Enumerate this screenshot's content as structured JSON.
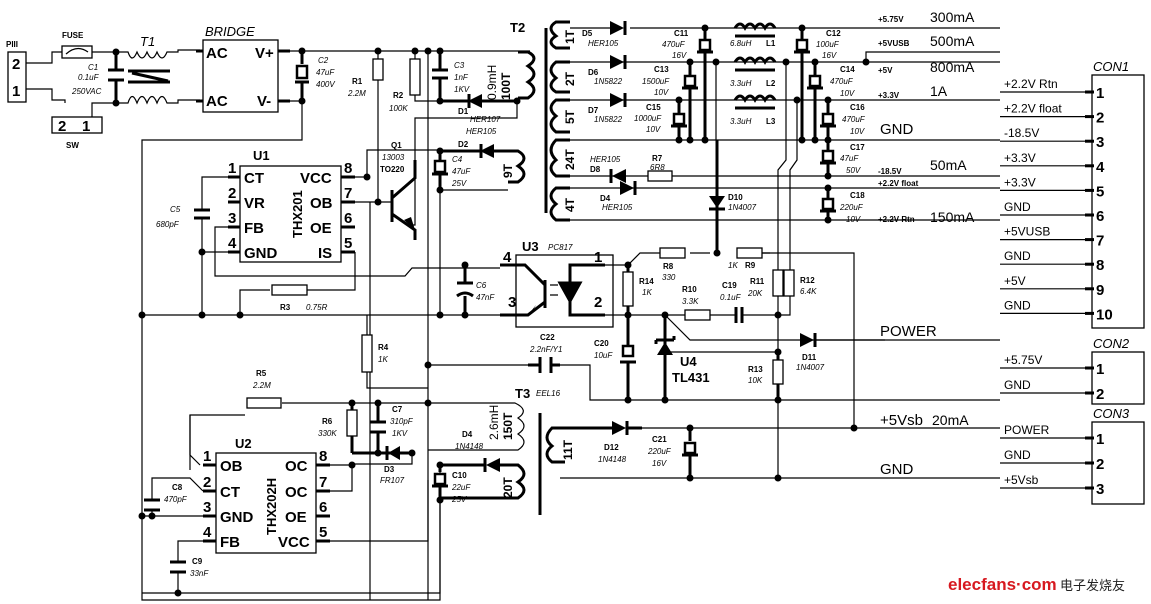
{
  "diagram": {
    "type": "circuit-schematic",
    "input": {
      "connector": "PIII",
      "connector_pins": [
        "2",
        "1"
      ],
      "fuse": "FUSE",
      "switch": "SW",
      "switch_pins": [
        "2",
        "1"
      ],
      "c1": {
        "ref": "C1",
        "value": "0.1uF",
        "rating": "250VAC"
      },
      "t1": "T1",
      "bridge": {
        "title": "BRIDGE",
        "pins": [
          "AC",
          "V+",
          "AC",
          "V-"
        ]
      },
      "c2": {
        "ref": "C2",
        "value": "47uF",
        "rating": "400V"
      }
    },
    "primary": {
      "r1": {
        "ref": "R1",
        "value": "2.2M"
      },
      "r2": {
        "ref": "R2",
        "value": "100K"
      },
      "c3": {
        "ref": "C3",
        "value": "1nF",
        "rating": "1KV"
      },
      "d1": {
        "ref": "D1",
        "value": "HER107"
      },
      "d2": {
        "ref": "D2",
        "value": "HER105"
      },
      "c4": {
        "ref": "C4",
        "value": "47uF",
        "rating": "25V"
      },
      "q1": {
        "ref": "Q1",
        "value": "13003",
        "package": "TO220"
      },
      "c5": {
        "ref": "C5",
        "value": "680pF"
      },
      "r3": {
        "ref": "R3",
        "value": "0.75R"
      },
      "r4": {
        "ref": "R4",
        "value": "1K"
      },
      "c6": {
        "ref": "C6",
        "value": "47nF"
      },
      "c22": {
        "ref": "C22",
        "value": "2.2nF/Y1"
      }
    },
    "u1": {
      "ref": "U1",
      "part": "THX201",
      "pins_left": [
        {
          "num": "1",
          "name": "CT"
        },
        {
          "num": "2",
          "name": "VR"
        },
        {
          "num": "3",
          "name": "FB"
        },
        {
          "num": "4",
          "name": "GND"
        }
      ],
      "pins_right": [
        {
          "num": "8",
          "name": "VCC"
        },
        {
          "num": "7",
          "name": "OB"
        },
        {
          "num": "6",
          "name": "OE"
        },
        {
          "num": "5",
          "name": "IS"
        }
      ]
    },
    "t2": {
      "ref": "T2",
      "primary_inductance": "0.9mH",
      "primary_turns": "100T",
      "aux_turns": "9T",
      "secondaries": [
        "1T",
        "2T",
        "5T",
        "24T",
        "4T"
      ]
    },
    "secondary": {
      "d5": {
        "ref": "D5",
        "value": "HER105"
      },
      "d6": {
        "ref": "D6",
        "value": "1N5822"
      },
      "d7": {
        "ref": "D7",
        "value": "1N5822"
      },
      "d8": {
        "ref": "D8",
        "value": "HER105"
      },
      "d4": {
        "ref": "D4",
        "value": "HER105"
      },
      "r7": {
        "ref": "R7",
        "value": "6R8"
      },
      "d10": {
        "ref": "D10",
        "value": "1N4007"
      },
      "c11": {
        "ref": "C11",
        "value": "470uF",
        "rating": "16V"
      },
      "c13": {
        "ref": "C13",
        "value": "1500uF",
        "rating": "10V"
      },
      "c15": {
        "ref": "C15",
        "value": "1000uF",
        "rating": "10V"
      },
      "l1": {
        "ref": "L1",
        "value": "6.8uH"
      },
      "l2": {
        "ref": "L2",
        "value": "3.3uH"
      },
      "l3": {
        "ref": "L3",
        "value": "3.3uH"
      },
      "c12": {
        "ref": "C12",
        "value": "100uF",
        "rating": "16V"
      },
      "c14": {
        "ref": "C14",
        "value": "470uF",
        "rating": "10V"
      },
      "c16": {
        "ref": "C16",
        "value": "470uF",
        "rating": "10V"
      },
      "c17": {
        "ref": "C17",
        "value": "47uF",
        "rating": "50V"
      },
      "c18": {
        "ref": "C18",
        "value": "220uF",
        "rating": "10V"
      }
    },
    "rails": [
      {
        "net": "+5.75V",
        "current": "300mA"
      },
      {
        "net": "+5VUSB",
        "current": "500mA"
      },
      {
        "net": "+5V",
        "current": "800mA"
      },
      {
        "net": "+3.3V",
        "current": "1A"
      },
      {
        "net": "GND",
        "current": ""
      },
      {
        "net": "-18.5V",
        "current": "50mA"
      },
      {
        "net": "+2.2V float",
        "current": ""
      },
      {
        "net": "+2.2V Rtn",
        "current": "150mA"
      }
    ],
    "feedback": {
      "u3": {
        "ref": "U3",
        "part": "PC817",
        "pins": [
          "4",
          "3",
          "1",
          "2"
        ]
      },
      "r8": {
        "ref": "R8",
        "value": "330"
      },
      "r9": {
        "ref": "R9",
        "value": "1K"
      },
      "r14": {
        "ref": "R14",
        "value": "1K"
      },
      "r10": {
        "ref": "R10",
        "value": "3.3K"
      },
      "c19": {
        "ref": "C19",
        "value": "0.1uF"
      },
      "r11": {
        "ref": "R11",
        "value": "20K"
      },
      "r12": {
        "ref": "R12",
        "value": "6.4K"
      },
      "c20": {
        "ref": "C20",
        "value": "10uF"
      },
      "u4": {
        "ref": "U4",
        "part": "TL431"
      },
      "r13": {
        "ref": "R13",
        "value": "10K"
      },
      "d11": {
        "ref": "D11",
        "value": "1N4007"
      },
      "power_net": "POWER"
    },
    "standby": {
      "r5": {
        "ref": "R5",
        "value": "2.2M"
      },
      "r6": {
        "ref": "R6",
        "value": "330K"
      },
      "c7": {
        "ref": "C7",
        "value": "310pF",
        "rating": "1KV"
      },
      "d3": {
        "ref": "D3",
        "value": "FR107"
      },
      "d4b": {
        "ref": "D4",
        "value": "1N4148"
      },
      "c10": {
        "ref": "C10",
        "value": "22uF",
        "rating": "25V"
      },
      "c8": {
        "ref": "C8",
        "value": "470pF"
      },
      "c9": {
        "ref": "C9",
        "value": "33nF"
      },
      "t3": {
        "ref": "T3",
        "core": "EEL16",
        "inductance": "2.6mH",
        "primary_turns": "150T",
        "aux_turns": "20T",
        "secondary_turns": "11T"
      },
      "d12": {
        "ref": "D12",
        "value": "1N4148"
      },
      "c21": {
        "ref": "C21",
        "value": "220uF",
        "rating": "16V"
      },
      "vsb_net": "+5Vsb",
      "vsb_current": "20mA",
      "gnd_net": "GND"
    },
    "u2": {
      "ref": "U2",
      "part": "THX202H",
      "pins_left": [
        {
          "num": "1",
          "name": "OB"
        },
        {
          "num": "2",
          "name": "CT"
        },
        {
          "num": "3",
          "name": "GND"
        },
        {
          "num": "4",
          "name": "FB"
        }
      ],
      "pins_right": [
        {
          "num": "8",
          "name": "OC"
        },
        {
          "num": "7",
          "name": "OC"
        },
        {
          "num": "6",
          "name": "OE"
        },
        {
          "num": "5",
          "name": "VCC"
        }
      ]
    },
    "connectors": {
      "con1": {
        "ref": "CON1",
        "pins": [
          {
            "num": "1",
            "net": "+2.2V Rtn"
          },
          {
            "num": "2",
            "net": "+2.2V float"
          },
          {
            "num": "3",
            "net": "-18.5V"
          },
          {
            "num": "4",
            "net": "+3.3V"
          },
          {
            "num": "5",
            "net": "+3.3V"
          },
          {
            "num": "6",
            "net": "GND"
          },
          {
            "num": "7",
            "net": "+5VUSB"
          },
          {
            "num": "8",
            "net": "GND"
          },
          {
            "num": "9",
            "net": "+5V"
          },
          {
            "num": "10",
            "net": "GND"
          }
        ]
      },
      "con2": {
        "ref": "CON2",
        "pins": [
          {
            "num": "1",
            "net": "+5.75V"
          },
          {
            "num": "2",
            "net": "GND"
          }
        ]
      },
      "con3": {
        "ref": "CON3",
        "pins": [
          {
            "num": "1",
            "net": "POWER"
          },
          {
            "num": "2",
            "net": "GND"
          },
          {
            "num": "3",
            "net": "+5Vsb"
          }
        ]
      }
    },
    "watermark": {
      "brand": "elecfans·com",
      "cn": "电子发烧友",
      "color": "#d71920"
    }
  }
}
